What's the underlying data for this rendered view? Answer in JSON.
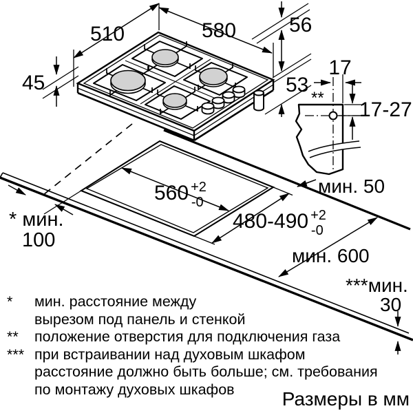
{
  "diagram": {
    "hob": {
      "width": "580",
      "depth": "510",
      "edge_height": "45",
      "body_height": "56",
      "body_depth": "53"
    },
    "gas_connection": {
      "marker": "**",
      "offset_side": "17",
      "offset_top": "17-27"
    },
    "cutout": {
      "width": "560",
      "width_tol_plus": "+2",
      "width_tol_minus": "-0",
      "depth": "480-490",
      "depth_tol_plus": "+2",
      "depth_tol_minus": "-0"
    },
    "clearances": {
      "wall_side_label": "* мин.",
      "wall_side_value": "100",
      "right_label": "мин. 50",
      "counter_depth_label": "мин. 600",
      "under_label": "***мин.",
      "under_value": "30"
    }
  },
  "footnotes": [
    {
      "marker": "*",
      "lines": [
        "мин. расстояние между",
        "вырезом под панель и стенкой"
      ]
    },
    {
      "marker": "**",
      "lines": [
        "положение отверстия для подключения газа"
      ]
    },
    {
      "marker": "***",
      "lines": [
        "при встраивании над духовым шкафом",
        "расстояние должно быть больше; см. требования",
        "по монтажу духовых шкафов"
      ]
    }
  ],
  "units_label": "Размеры в мм"
}
